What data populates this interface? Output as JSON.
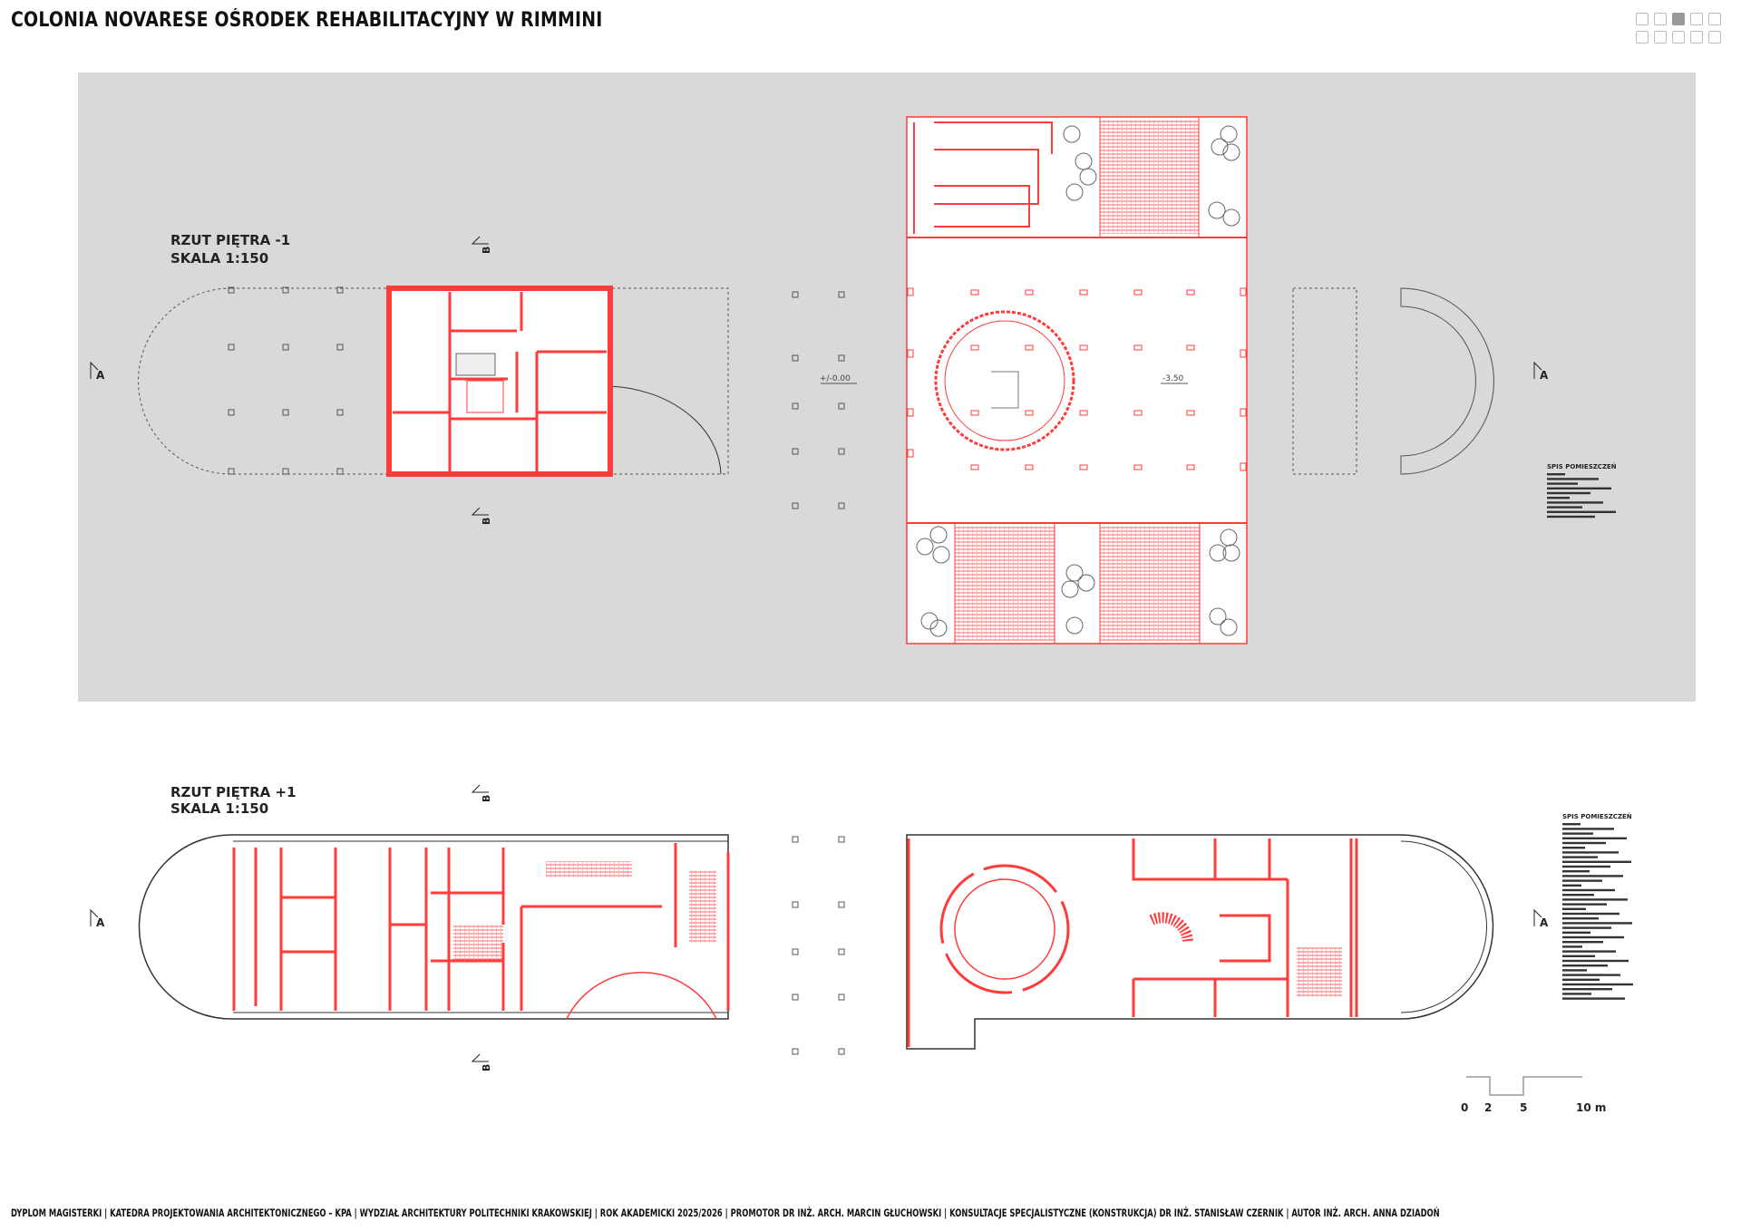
{
  "title": "COLONIA NOVARESE OŚRODEK REHABILITACYJNY W RIMMINI",
  "pager": {
    "total": 10,
    "current": 3
  },
  "plan_lower_level": {
    "heading": "RZUT PIĘTRA -1",
    "scale": "SKALA 1:150",
    "level_marks": [
      "+/-0.00",
      "-3.50"
    ],
    "legend_title": "SPIS POMIESZCZEŃ"
  },
  "plan_upper_level": {
    "heading": "RZUT PIĘTRA +1",
    "scale": "SKALA 1:150",
    "legend_title": "SPIS POMIESZCZEŃ"
  },
  "section_marks": {
    "a": "A",
    "b": "B"
  },
  "scale_bar": {
    "labels": [
      "0",
      "2",
      "5",
      "10 m"
    ]
  },
  "footer": "DYPLOM MAGISTERKI | KATEDRA PROJEKTOWANIA ARCHITEKTONICZNEGO – KPA | WYDZIAŁ ARCHITEKTURY POLITECHNIKI KRAKOWSKIEJ | ROK AKADEMICKI 2025/2026 | PROMOTOR DR INŻ. ARCH. MARCIN GŁUCHOWSKI | KONSULTACJE SPECJALISTYCZNE (KONSTRUKCJA) DR INŻ. STANISŁAW CZERNIK | AUTOR INŻ. ARCH. ANNA DZIADOŃ",
  "colors": {
    "wall": "#ff3b3b",
    "panel": "#d9d9da",
    "line": "#555555"
  }
}
